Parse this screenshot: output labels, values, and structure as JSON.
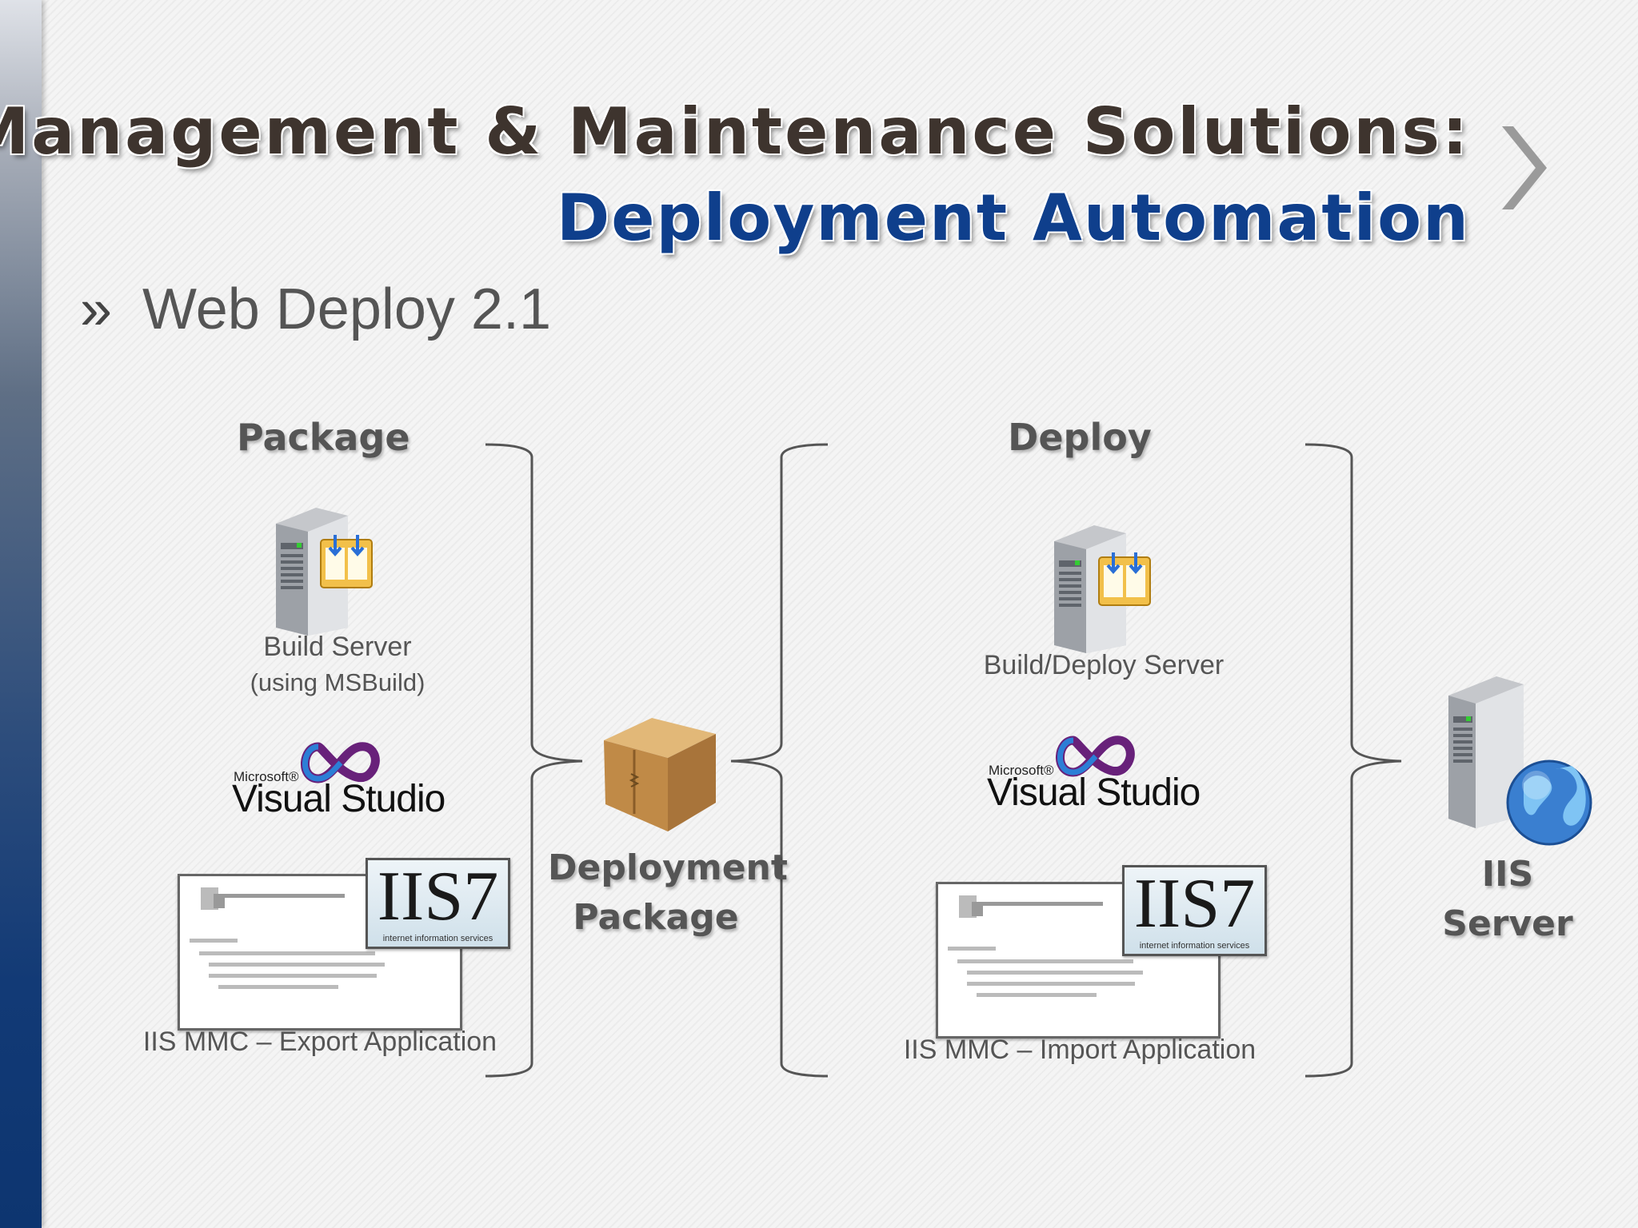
{
  "title": {
    "line1": "Management & Maintenance Solutions:",
    "line2": "Deployment Automation"
  },
  "bullet": {
    "marker": "»",
    "text": "Web Deploy 2.1"
  },
  "package_group": {
    "heading": "Package",
    "build_server": {
      "label": "Build Server",
      "sublabel": "(using MSBuild)",
      "icon": "build-server-icon"
    },
    "visual_studio": {
      "microsoft": "Microsoft®",
      "name": "Visual Studio",
      "icon": "visual-studio-logo"
    },
    "iis_mmc": {
      "label": "IIS MMC – Export Application",
      "badge": "IIS7",
      "badge_sub": "internet information services"
    }
  },
  "deployment_package": {
    "line1": "Deployment",
    "line2": "Package",
    "icon": "package-box-icon"
  },
  "deploy_group": {
    "heading": "Deploy",
    "build_deploy_server": {
      "label": "Build/Deploy Server",
      "icon": "build-server-icon"
    },
    "visual_studio": {
      "microsoft": "Microsoft®",
      "name": "Visual Studio",
      "icon": "visual-studio-logo"
    },
    "iis_mmc": {
      "label": "IIS MMC – Import Application",
      "badge": "IIS7",
      "badge_sub": "internet information services"
    }
  },
  "iis_server": {
    "line1": "IIS",
    "line2": "Server",
    "icon": "web-server-globe-icon"
  },
  "colors": {
    "title_dark": "#3e342e",
    "title_blue": "#0f3f8c",
    "text_gray": "#555555",
    "sidebar_blue": "#0d3570",
    "vs_purple": "#68217a"
  }
}
